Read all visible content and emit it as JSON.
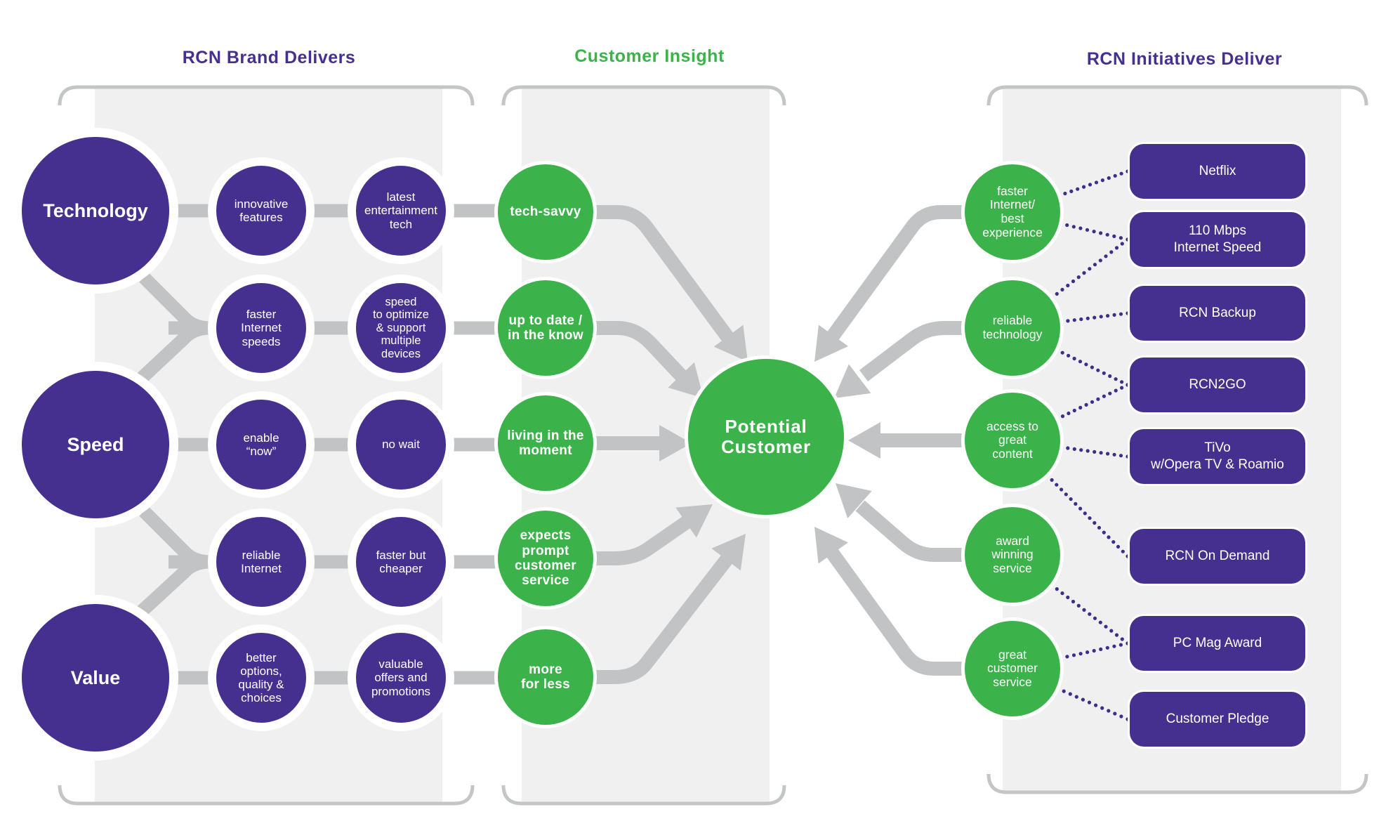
{
  "colors": {
    "purple": "#45308f",
    "green": "#3bb34a",
    "panel_gray": "#f0f0f0",
    "connector_gray": "#c2c3c4",
    "dot_purple": "#3f2d8a"
  },
  "sections": {
    "brand": {
      "title": "RCN Brand Delivers"
    },
    "insight": {
      "title": "Customer Insight"
    },
    "initiatives": {
      "title": "RCN Initiatives Deliver"
    }
  },
  "brand_pillars": [
    {
      "id": "technology",
      "label": "Technology"
    },
    {
      "id": "speed",
      "label": "Speed"
    },
    {
      "id": "value",
      "label": "Value"
    }
  ],
  "brand_attributes": [
    {
      "row": 1,
      "first": "innovative\nfeatures",
      "second": "latest\nentertainment\ntech",
      "insight": "tech-savvy"
    },
    {
      "row": 2,
      "first": "faster\nInternet\nspeeds",
      "second": "speed\nto optimize\n& support\nmultiple\ndevices",
      "insight": "up to date /\nin the know"
    },
    {
      "row": 3,
      "first": "enable\n“now”",
      "second": "no wait",
      "insight": "living in the\nmoment"
    },
    {
      "row": 4,
      "first": "reliable\nInternet",
      "second": "faster but\ncheaper",
      "insight": "expects\nprompt\ncustomer\nservice"
    },
    {
      "row": 5,
      "first": "better\noptions,\nquality &\nchoices",
      "second": "valuable\noffers and\npromotions",
      "insight": "more\nfor less"
    }
  ],
  "center": {
    "label": "Potential\nCustomer"
  },
  "initiative_benefits": [
    {
      "id": "faster-internet",
      "label": "faster\nInternet/\nbest\nexperience",
      "links": [
        "netflix",
        "mbps"
      ]
    },
    {
      "id": "reliable-technology",
      "label": "reliable\ntechnology",
      "links": [
        "mbps",
        "backup",
        "rcn2go"
      ]
    },
    {
      "id": "great-content",
      "label": "access to\ngreat\ncontent",
      "links": [
        "rcn2go",
        "tivo",
        "on-demand"
      ]
    },
    {
      "id": "award-winning",
      "label": "award\nwinning\nservice",
      "links": [
        "pcmag"
      ]
    },
    {
      "id": "customer-service",
      "label": "great\ncustomer\nservice",
      "links": [
        "pcmag",
        "pledge"
      ]
    }
  ],
  "initiatives": [
    {
      "id": "netflix",
      "label": "Netflix"
    },
    {
      "id": "mbps",
      "label": "110 Mbps\nInternet Speed"
    },
    {
      "id": "backup",
      "label": "RCN Backup"
    },
    {
      "id": "rcn2go",
      "label": "RCN2GO"
    },
    {
      "id": "tivo",
      "label": "TiVo\nw/Opera TV & Roamio"
    },
    {
      "id": "on-demand",
      "label": "RCN On Demand"
    },
    {
      "id": "pcmag",
      "label": "PC Mag Award"
    },
    {
      "id": "pledge",
      "label": "Customer Pledge"
    }
  ]
}
